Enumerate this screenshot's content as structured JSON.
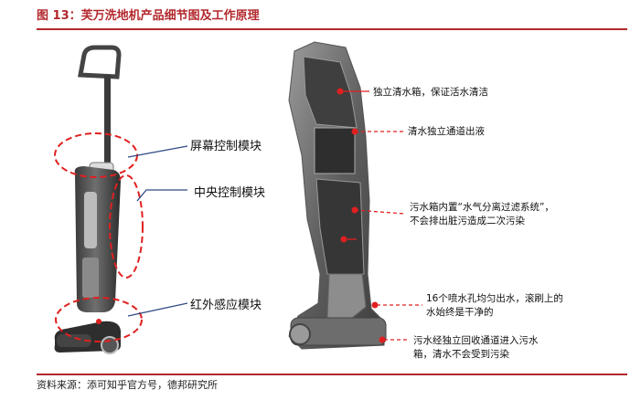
{
  "title": "图 13：芙万洗地机产品细节图及工作原理",
  "source": "资料来源：添可知乎官方号，德邦研究所",
  "colors": {
    "brand_red": "#b3282d",
    "callout_red": "#e02020",
    "line_blue": "#2f4a84"
  },
  "left_labels": [
    {
      "id": "screen",
      "text": "屏幕控制模块"
    },
    {
      "id": "central",
      "text": "中央控制模块"
    },
    {
      "id": "infrared",
      "text": "红外感应模块"
    }
  ],
  "right_labels": [
    {
      "id": "clean-tank",
      "lines": [
        "独立清水箱，保证活水清洁"
      ]
    },
    {
      "id": "clean-channel",
      "lines": [
        "清水独立通道出液"
      ]
    },
    {
      "id": "dirty-tank",
      "lines": [
        "污水箱内置“水气分离过滤系统”，",
        "不会排出脏污造成二次污染"
      ]
    },
    {
      "id": "nozzles",
      "lines": [
        "16个喷水孔均匀出水，滚刷上的",
        "水始终是干净的"
      ]
    },
    {
      "id": "recovery",
      "lines": [
        "污水经独立回收通道进入污水",
        "箱，清水不会受到污染"
      ]
    }
  ]
}
